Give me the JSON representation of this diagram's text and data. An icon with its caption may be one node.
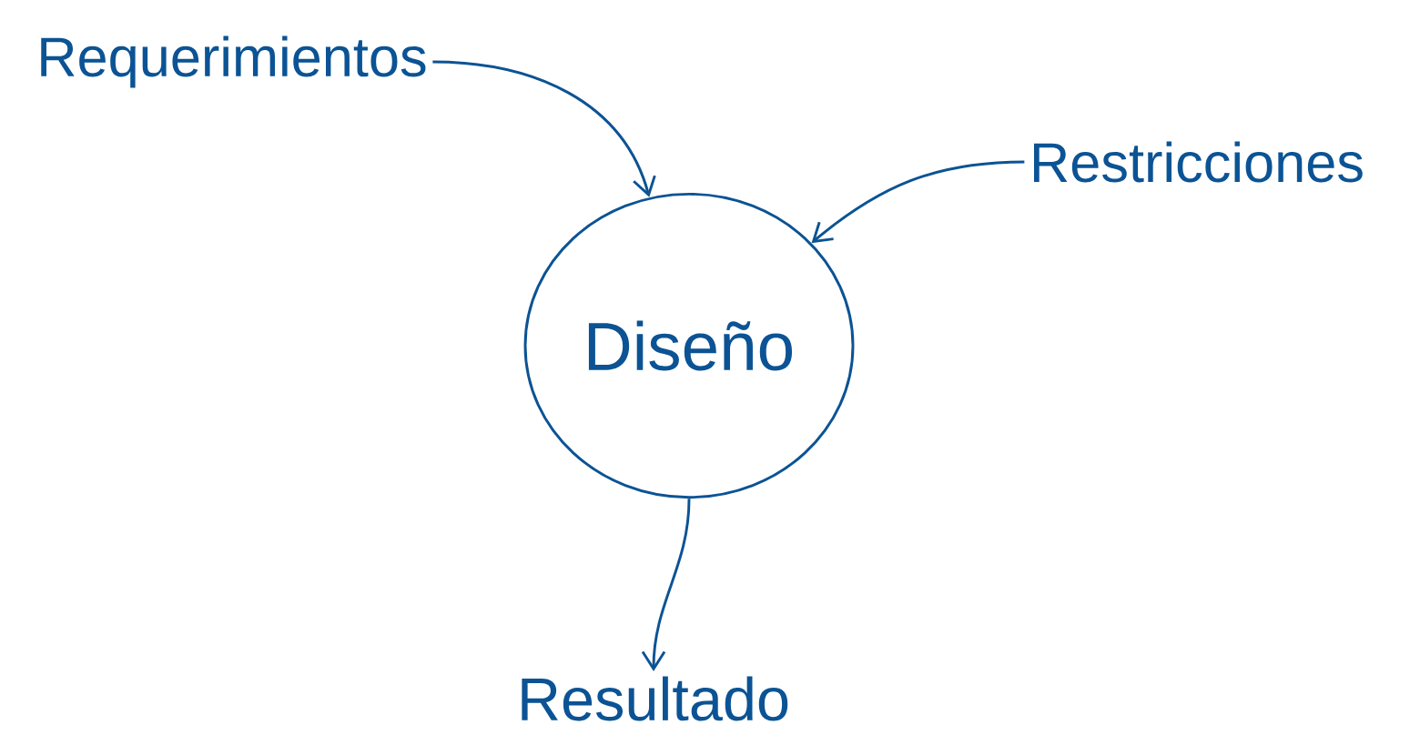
{
  "diagram": {
    "nodes": [
      {
        "text": [
          "Requerimientos"
        ]
      },
      {
        "text": [
          "Restricciones"
        ]
      },
      {
        "text": [
          "Diseño"
        ]
      },
      {
        "text": [
          "Resultado"
        ]
      }
    ],
    "edges": [
      {
        "from": 0,
        "to": 2,
        "arrow": "to"
      },
      {
        "from": 1,
        "to": 2,
        "arrow": "to"
      },
      {
        "from": 2,
        "to": 3,
        "arrow": "to"
      }
    ]
  }
}
